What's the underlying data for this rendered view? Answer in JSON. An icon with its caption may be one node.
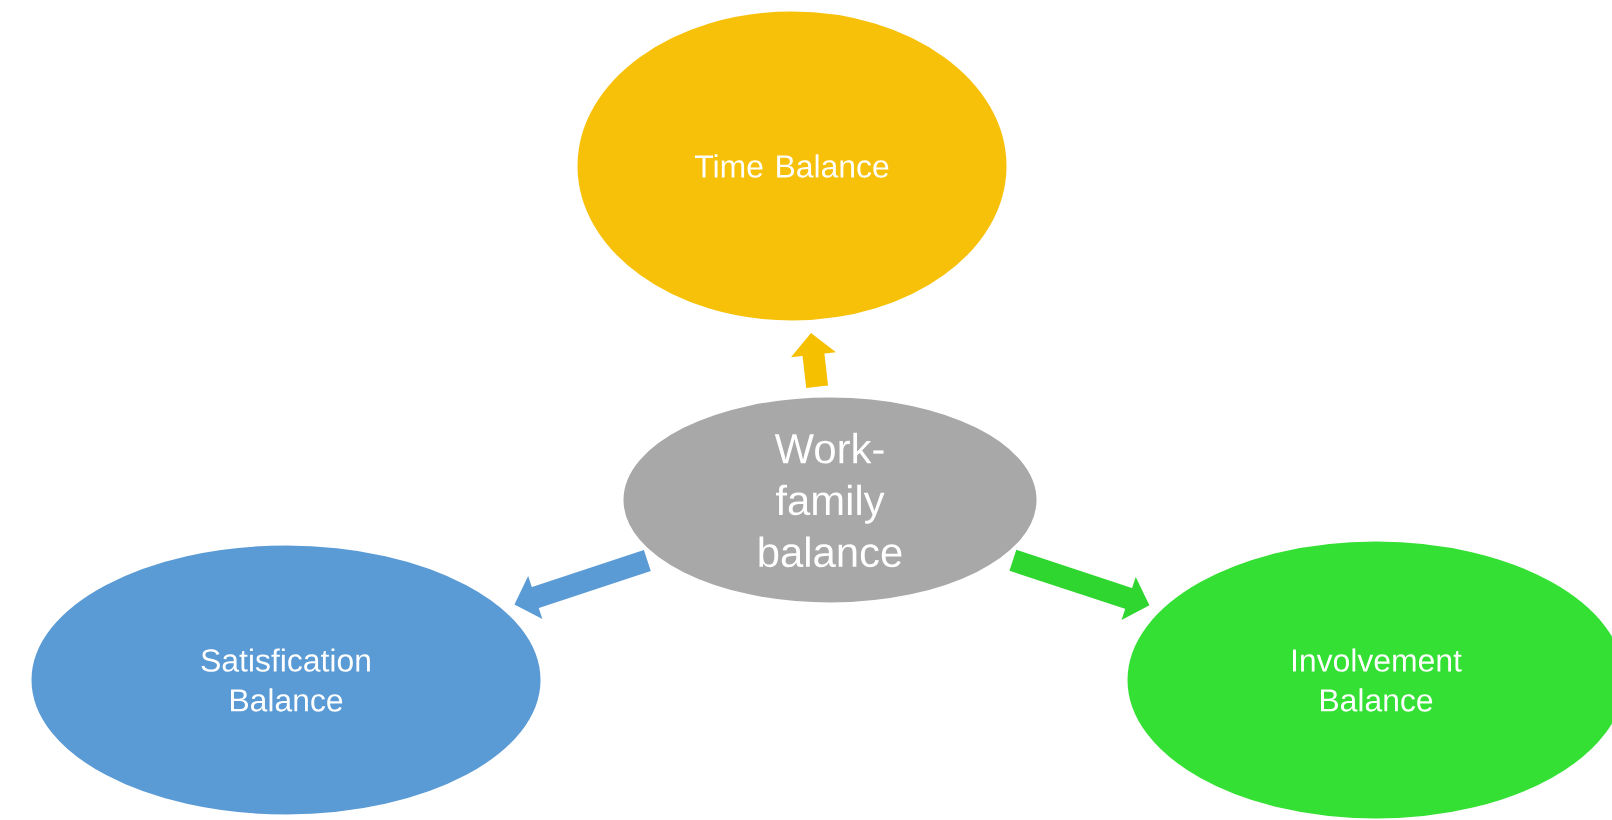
{
  "diagram": {
    "nodes": [
      {
        "text": [
          "Time Balance"
        ]
      },
      {
        "text": [
          "Work-family balance"
        ]
      },
      {
        "text": [
          "Satisfication Balance"
        ]
      },
      {
        "text": [
          "Involvement Balance"
        ]
      }
    ],
    "edges": [
      {
        "from": 1,
        "to": 0,
        "arrow": "to",
        "color": "#f5c000"
      },
      {
        "from": 1,
        "to": 2,
        "arrow": "to",
        "color": "#5b9bd5"
      },
      {
        "from": 1,
        "to": 3,
        "arrow": "to",
        "color": "#2fd62f"
      }
    ]
  }
}
